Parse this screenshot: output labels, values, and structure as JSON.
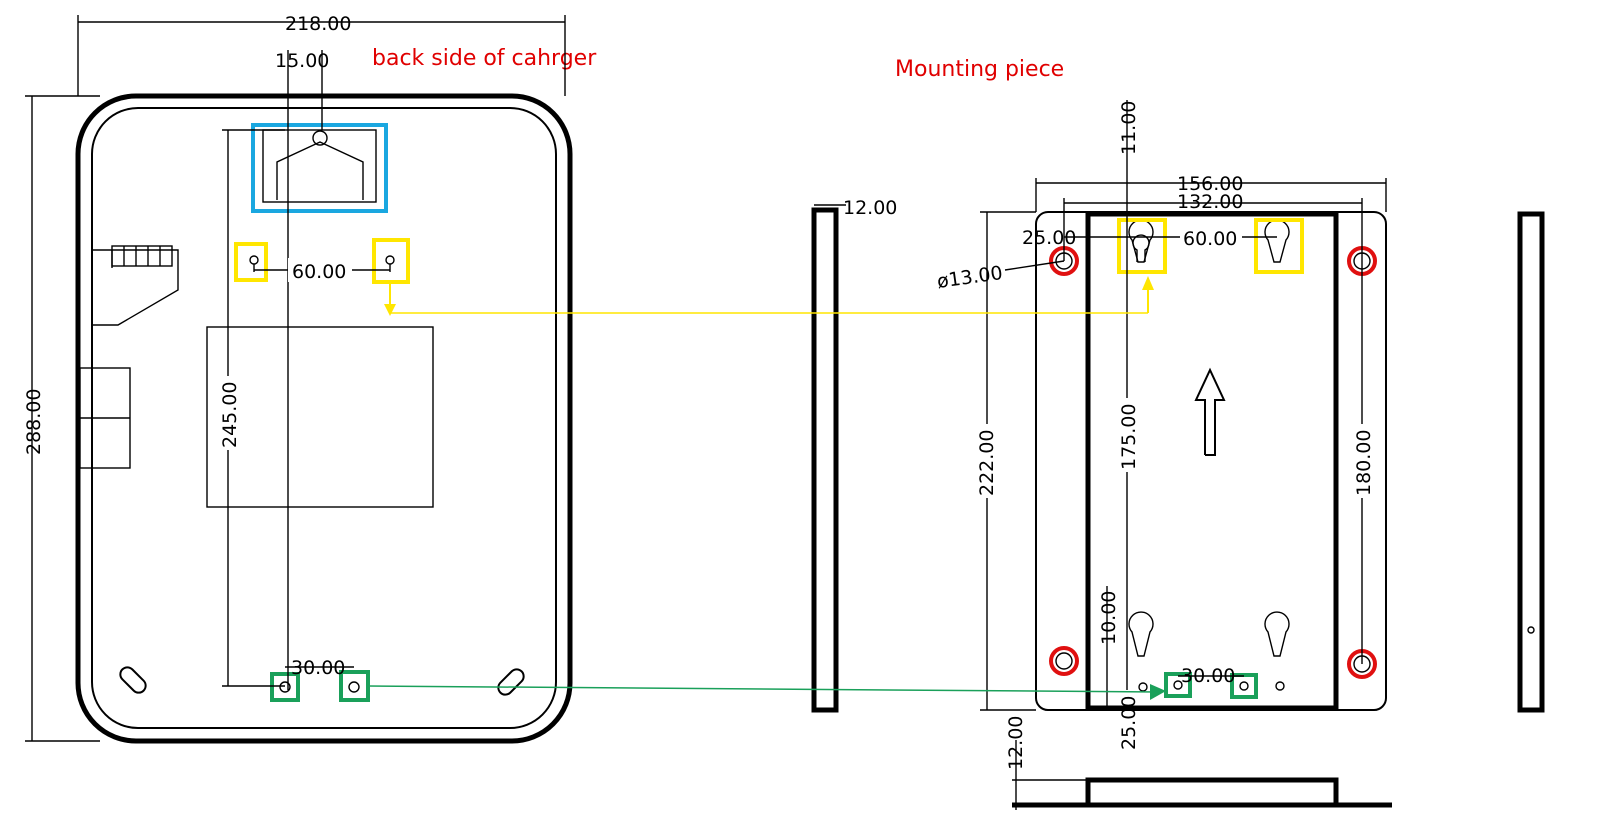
{
  "titles": {
    "charger": "back side of cahrger",
    "mounting": "Mounting piece"
  },
  "charger_dims": {
    "width": "218.00",
    "height": "288.00",
    "top_offset": "15.00",
    "upper_hole_spacing": "60.00",
    "vertical_hole_spacing": "245.00",
    "lower_hole_spacing": "30.00"
  },
  "plate_dims": {
    "thickness_side": "12.00",
    "outer_width": "156.00",
    "inner_width": "132.00",
    "top_offset": "11.00",
    "edge_offset": "25.00",
    "upper_hole_spacing": "60.00",
    "hole_diameter": "ø13.00",
    "height": "222.00",
    "vertical_hole_spacing": "175.00",
    "side_hole_spacing": "180.00",
    "lower_offset": "10.00",
    "lower_hole_spacing": "30.00",
    "bottom_offset": "25.00",
    "thickness_bottom": "12.00"
  },
  "colors": {
    "title": "#e00000",
    "hook_box": "#1aa7e0",
    "upper_holes": "#ffe600",
    "lower_holes": "#1aa05a",
    "mount_holes": "#e01010"
  }
}
